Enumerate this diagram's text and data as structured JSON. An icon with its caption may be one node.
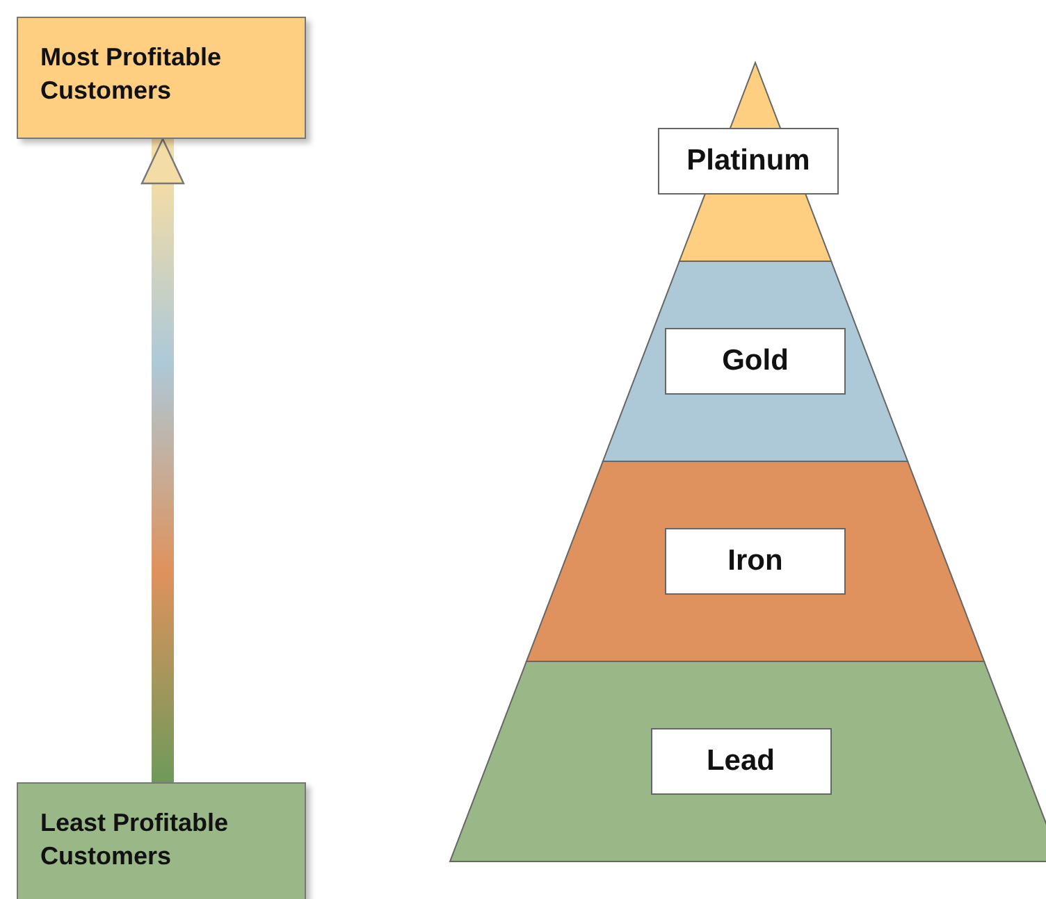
{
  "diagram": {
    "nodes": [
      {
        "text": [
          "Most Profitable Customers"
        ]
      },
      {
        "text": [
          "Least Profitable Customers"
        ]
      },
      {
        "text": [],
        "shape": "triangle"
      },
      {
        "text": [],
        "shape": "trapezoid"
      },
      {
        "text": [],
        "shape": "trapezoid"
      },
      {
        "text": [],
        "shape": "trapezoid"
      },
      {
        "text": [
          "Platinum"
        ]
      },
      {
        "text": [
          "Gold"
        ],
        "in": 3
      },
      {
        "text": [
          "Iron"
        ],
        "in": 4
      },
      {
        "text": [
          "Lead"
        ],
        "in": 5
      }
    ],
    "edges": [
      {
        "from": 1,
        "to": 0,
        "arrow": "to"
      }
    ]
  }
}
